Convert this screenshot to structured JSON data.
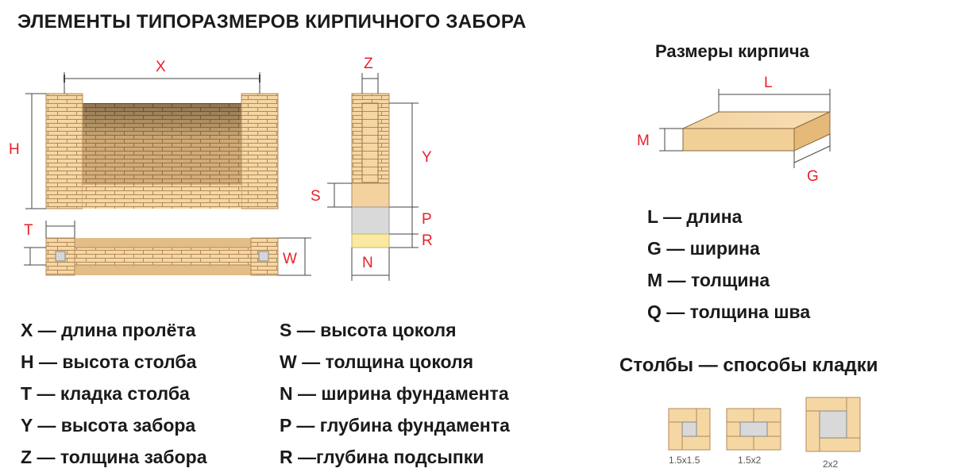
{
  "title": "ЭЛЕМЕНТЫ ТИПОРАЗМЕРОВ КИРПИЧНОГО ЗАБОРА",
  "brick_section_title": "Размеры кирпича",
  "pillars_section_title": "Столбы — способы кладки",
  "dimension_letters": {
    "x": "X",
    "h": "H",
    "t": "T",
    "w": "W",
    "z": "Z",
    "y": "Y",
    "s": "S",
    "p": "P",
    "r": "R",
    "n": "N",
    "l": "L",
    "m": "M",
    "g": "G"
  },
  "legend_left": [
    "X — длина пролёта",
    "H — высота столба",
    "T — кладка столба",
    "Y — высота забора",
    "Z — толщина забора"
  ],
  "legend_middle": [
    "S — высота цоколя",
    "W — толщина цоколя",
    "N — ширина фундамента",
    "P — глубина фундамента",
    "R —глубина подсыпки"
  ],
  "legend_brick": [
    "L — длина",
    "G — ширина",
    "M — толщина",
    "Q — толщина шва"
  ],
  "pillar_types": [
    "1.5x1.5",
    "1.5x2",
    "2x2"
  ],
  "colors": {
    "brick": "#f5d7a4",
    "mortar": "#b3895a",
    "dimension_label": "#e8202a",
    "concrete": "#d9d9d9",
    "sand": "#fbe9a1"
  }
}
